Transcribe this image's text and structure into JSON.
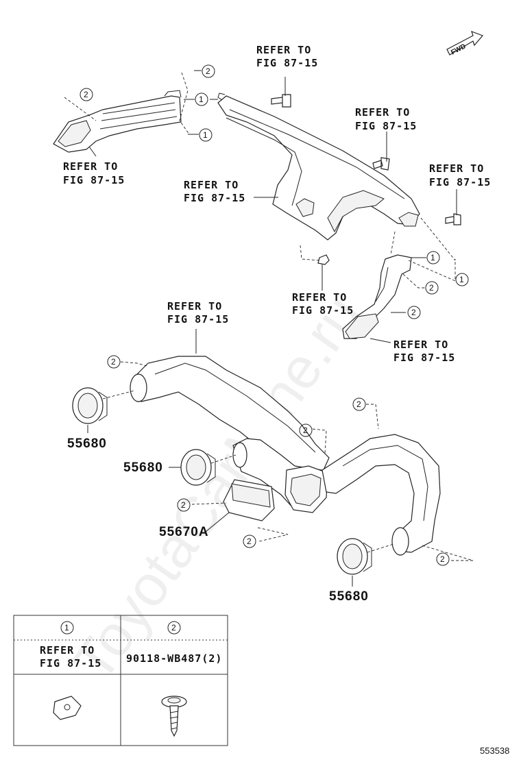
{
  "watermark": "ToyotaCarMine.ru",
  "fwd_label": "FWD",
  "refer_labels": [
    {
      "line1": "REFER TO",
      "line2": "FIG 87-15"
    },
    {
      "line1": "REFER TO",
      "line2": "FIG 87-15"
    },
    {
      "line1": "REFER TO",
      "line2": "FIG 87-15"
    },
    {
      "line1": "REFER TO",
      "line2": "FIG 87-15"
    },
    {
      "line1": "REFER TO",
      "line2": "FIG 87-15"
    },
    {
      "line1": "REFER TO",
      "line2": "FIG 87-15"
    },
    {
      "line1": "REFER TO",
      "line2": "FIG 87-15"
    },
    {
      "line1": "REFER TO",
      "line2": "FIG 87-15"
    }
  ],
  "part_numbers": [
    "55680",
    "55680",
    "55680",
    "55670A"
  ],
  "callouts": [
    "1",
    "2"
  ],
  "legend": {
    "col1_header": "1",
    "col2_header": "2",
    "col1_line1": "REFER TO",
    "col1_line2": "FIG 87-15",
    "col2_text": "90118-WB487(2)"
  },
  "diagram_id": "553538"
}
